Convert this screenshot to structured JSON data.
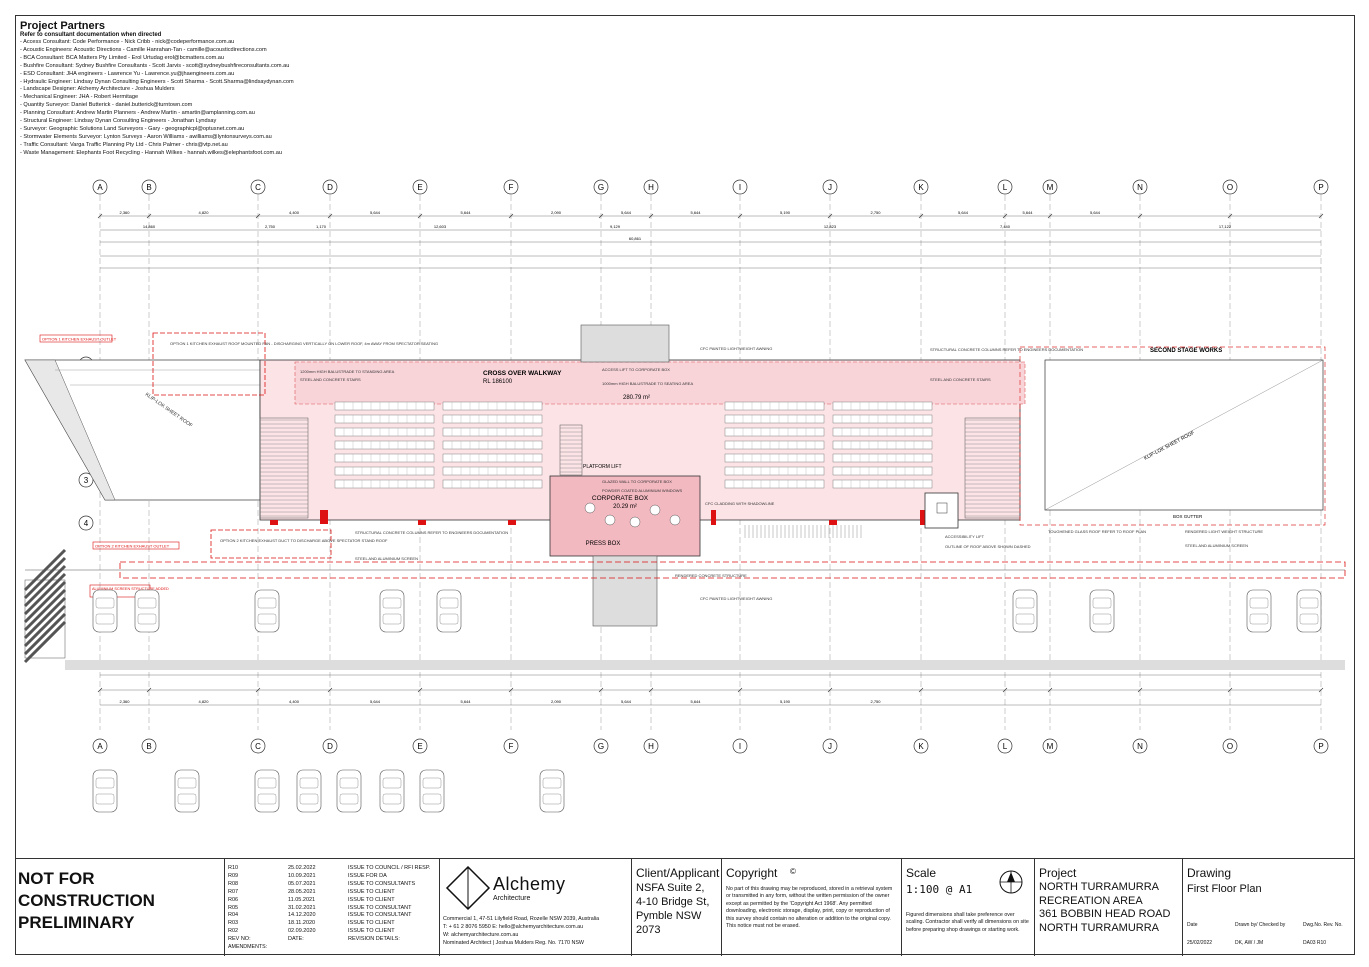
{
  "partners": {
    "title": "Project Partners",
    "subtitle": "Refer to consultant documentation when directed",
    "lines": [
      "- Access Consultant: Code Performance - Nick Cribb - nick@codeperformance.com.au",
      "- Acoustic Engineers: Acoustic Directions - Camille Hanrahan-Tan - camille@acousticdirections.com",
      "- BCA Consultant: BCA Matters Pty Limited - Erol Urtudag erol@bcmatters.com.au",
      "- Bushfire Consultant: Sydney Bushfire Consultants - Scott Jarvis - scott@sydneybushfireconsultants.com.au",
      "- ESD Consultant: JHA engineers - Lawrence Yu - Lawrence.yu@jhaengineers.com.au",
      "- Hydraulic Engineer: Lindsay Dynan Consulting Engineers - Scott Sharma - Scott.Sharma@lindsaydynan.com",
      "- Landscape Designer: Alchemy Architecture - Joshua Mulders",
      "- Mechanical Engineer: JHA - Robert Hermitage",
      "- Quantity Surveyor: Daniel Butterick - daniel.butterick@turntown.com",
      "- Planning Consultant: Andrew Martin Planners - Andrew Martin - amartin@amplanning.com.au",
      "- Structural Engineer: Lindsay Dynan Consulting Engineers - Jonathan Lyndsay",
      "- Surveyor: Geographic Solutions Land Surveyors - Gary - geographicpl@optusnet.com.au",
      "- Stormwater Elements Surveyor: Lynton Surveys - Aaron Williams - awilliams@lyntonsurveys.com.au",
      "- Traffic Consultant: Varga Traffic Planning Pty Ltd - Chris Palmer - chris@vtp.net.au",
      "- Waste Management: Elephants Foot Recycling - Hannah Wilkes - hannah.wilkes@elephantsfoot.com.au"
    ]
  },
  "grid": {
    "columns": [
      "A",
      "B",
      "C",
      "D",
      "E",
      "F",
      "G",
      "H",
      "I",
      "J",
      "K",
      "L",
      "M",
      "N",
      "O",
      "P"
    ],
    "rows": [
      "1",
      "2",
      "3",
      "4"
    ]
  },
  "plan": {
    "cross_over_walkway": "CROSS OVER WALKWAY",
    "rl": "RL 186100",
    "area_main": "280.79 m²",
    "corporate_box": "CORPORATE BOX",
    "area_corporate": "20.29 m²",
    "press_box": "PRESS BOX",
    "second_stage": "SECOND STAGE WORKS",
    "platform_lift": "PLATFORM LIFT",
    "notes": {
      "balustrade_standing": "1200mm HIGH BALUSTRADE TO STANDING AREA",
      "steel_stairs": "STEEL AND CONCRETE STAIRS",
      "access_lift": "ACCESS LIFT TO CORPORATE BOX",
      "balustrade_seating": "1000mm HIGH BALUSTRADE TO SEATING AREA",
      "glazed_wall": "GLAZED WALL TO CORPORATE BOX",
      "powder_coated": "POWDER COATED ALUMINIUM WINDOWS",
      "cfc_awning": "CFC PAINTED LIGHTWEIGHT AWNING",
      "struct_column": "STRUCTURAL CONCRETE COLUMNS REFER TO ENGINEERS DOCUMENTATION",
      "option1": "OPTION 1 KITCHEN EXHAUST ROOF MOUNTED FAN - DISCHARGING VERTICALLY ON LOWER ROOF, 4m AWAY FROM SPECTATOR SEATING",
      "option2": "OPTION 2 KITCHEN EXHAUST DUCT TO DISCHARGE ABOVE SPECTATOR STAND ROOF",
      "option1_tag": "OPTION 1 KITCHEN EXHAUST OUTLET",
      "option2_tag": "OPTION 2 KITCHEN EXHAUST OUTLET",
      "aluminium_screen": "STEEL AND ALUMINIUM SCREEN",
      "steel_skin": "ALUMINIUM SCREEN STRUCTURE ADDED",
      "box_gutter": "BOX GUTTER",
      "toughened_glass": "TOUGHENED GLASS ROOF REFER TO ROOF PLAN",
      "light_weight": "RENDERED LIGHT WEIGHT STRUCTURE",
      "outline_roof": "OUTLINE OF ROOF ABOVE SHOWN DASHED",
      "accessibility_lift": "ACCESSIBILITY LIFT",
      "roof_left": "KLIP-LOK SHEET ROOF",
      "roof_right": "KLIP-LOK SHEET ROOF",
      "cfc_cladding": "CFC CLADDING WITH SHADOWLINE",
      "rendered_concrete": "RENDERED CONCRETE STRUCTURE",
      "steel_stairs_right": "STEEL AND CONCRETE STAIRS"
    },
    "dims_top": [
      "2,360",
      "4,820",
      "4,400",
      "5,644",
      "5,644",
      "2,090",
      "5,644",
      "5,644",
      "5,190",
      "2,750",
      "5,644",
      "5,644",
      "5,644"
    ],
    "dim_total": "60,861",
    "dims_mid": [
      "14,860",
      "2,750",
      "1,170",
      "12,603",
      "9,129",
      "12,823",
      "7,440",
      "17,122"
    ],
    "dims_third": [
      "2,360",
      "4,820",
      "4,400",
      "5,644",
      "5,644",
      "2,090",
      "5,644",
      "5,644",
      "5,190",
      "2,750"
    ]
  },
  "title_block": {
    "warning_line1": "NOT FOR CONSTRUCTION",
    "warning_line2": "PRELIMINARY",
    "revisions": [
      [
        "R10",
        "25.02.2022",
        "ISSUE TO COUNCIL / RFI RESP."
      ],
      [
        "R09",
        "10.09.2021",
        "ISSUE FOR DA"
      ],
      [
        "R08",
        "05.07.2021",
        "ISSUE TO CONSULTANTS"
      ],
      [
        "R07",
        "28.05.2021",
        "ISSUE TO CLIENT"
      ],
      [
        "R06",
        "11.05.2021",
        "ISSUE TO CLIENT"
      ],
      [
        "R05",
        "31.02.2021",
        "ISSUE TO CONSULTANT"
      ],
      [
        "R04",
        "14.12.2020",
        "ISSUE TO CONSULTANT"
      ],
      [
        "R03",
        "18.11.2020",
        "ISSUE TO CLIENT"
      ],
      [
        "R02",
        "02.09.2020",
        "ISSUE TO CLIENT"
      ],
      [
        "REV NO:",
        "DATE:",
        "REVISION DETAILS:"
      ]
    ],
    "amendments": "AMENDMENTS:",
    "architect_name": "Alchemy",
    "architect_sub": "Architecture",
    "architect_address": [
      "Commercial 1, 47-51 Lilyfield Road, Rozelle NSW 2039, Australia",
      "T: + 61 2 8076 5950 E: hello@alchemyarchitecture.com.au",
      "W: alchemyarchitecture.com.au",
      "Nominated Architect | Joshua Mulders Reg. No. 7170 NSW"
    ],
    "client_title": "Client/Applicant",
    "client_lines": [
      "NSFA Suite 2,",
      "4-10 Bridge St,",
      "Pymble NSW",
      "2073"
    ],
    "copyright_title": "Copyright",
    "copyright_text": "No part of this drawing may be reproduced, stored in a retrieval system or transmitted in any form, without the written permission of the owner except as permitted by the 'Copyright Act 1968'. Any permitted downloading, electronic storage, display, print, copy or reproduction of this survey should contain no alteration or addition to the original copy. This notice must not be erased.",
    "scale_title": "Scale",
    "scale_value": "1:100 @ A1",
    "scale_note": "Figured dimensions shall take preference over scaling. Contractor shall verify all dimensions on site before preparing shop drawings or starting work.",
    "project_title": "Project",
    "project_lines": [
      "NORTH TURRAMURRA",
      "RECREATION AREA",
      "361 BOBBIN HEAD ROAD",
      "NORTH TURRAMURRA"
    ],
    "drawing_title": "Drawing",
    "drawing_name": "First Floor Plan",
    "date_label": "Date",
    "drawn_label": "Drawn by/ Checked by",
    "dwg_label": "Dwg.No. Rev. No.",
    "date_value": "25/02/2022",
    "drawn_value": "DK, AW / JM",
    "dwg_value": "DA03 R10"
  }
}
